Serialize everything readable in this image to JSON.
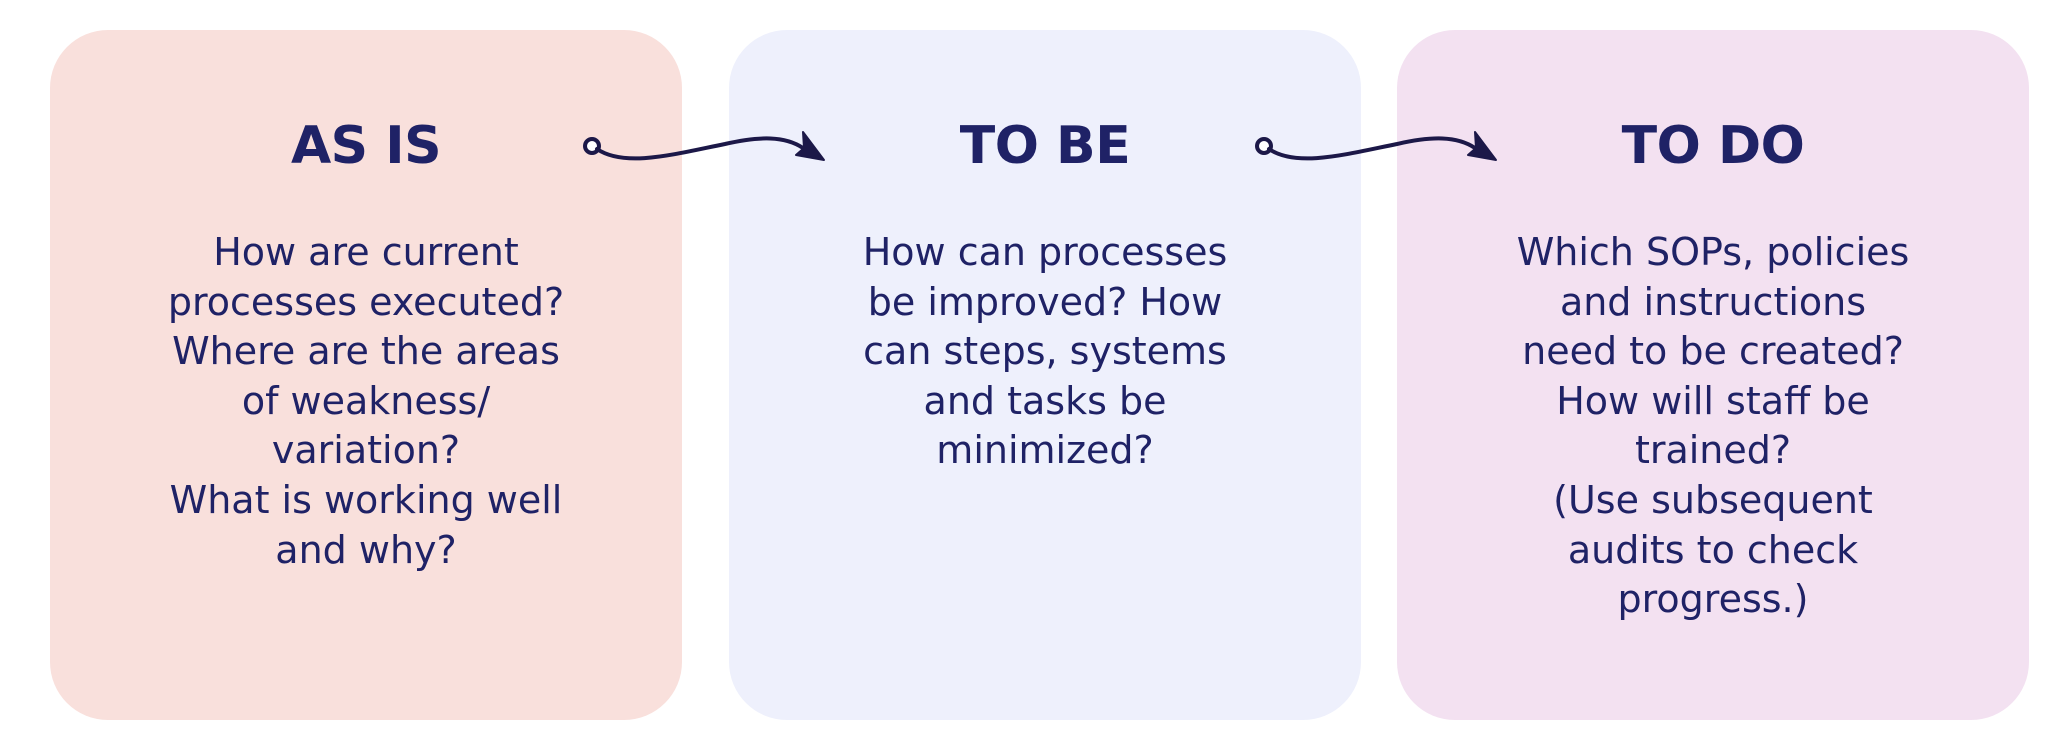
{
  "colors": {
    "text": "#1f2266",
    "arrow": "#1c1848",
    "as_is_bg": "#f9e0dc",
    "to_be_bg": "#eef0fc",
    "to_do_bg": "#f3e1f1"
  },
  "cards": [
    {
      "title": "AS IS",
      "lines": [
        "How are current",
        "processes executed?",
        "Where are the areas",
        "of weakness/",
        "variation?",
        "What is working well",
        "and why?"
      ]
    },
    {
      "title": "TO BE",
      "lines": [
        "How can processes",
        "be improved? How",
        "can steps, systems",
        "and tasks be",
        "minimized?"
      ]
    },
    {
      "title": "TO DO",
      "lines": [
        "Which SOPs, policies",
        "and instructions",
        "need to be created?",
        "How will staff be",
        "trained?",
        "(Use subsequent",
        "audits to check",
        "progress.)"
      ]
    }
  ],
  "connectors": [
    {
      "icon": "curved-arrow-icon"
    },
    {
      "icon": "curved-arrow-icon"
    }
  ]
}
